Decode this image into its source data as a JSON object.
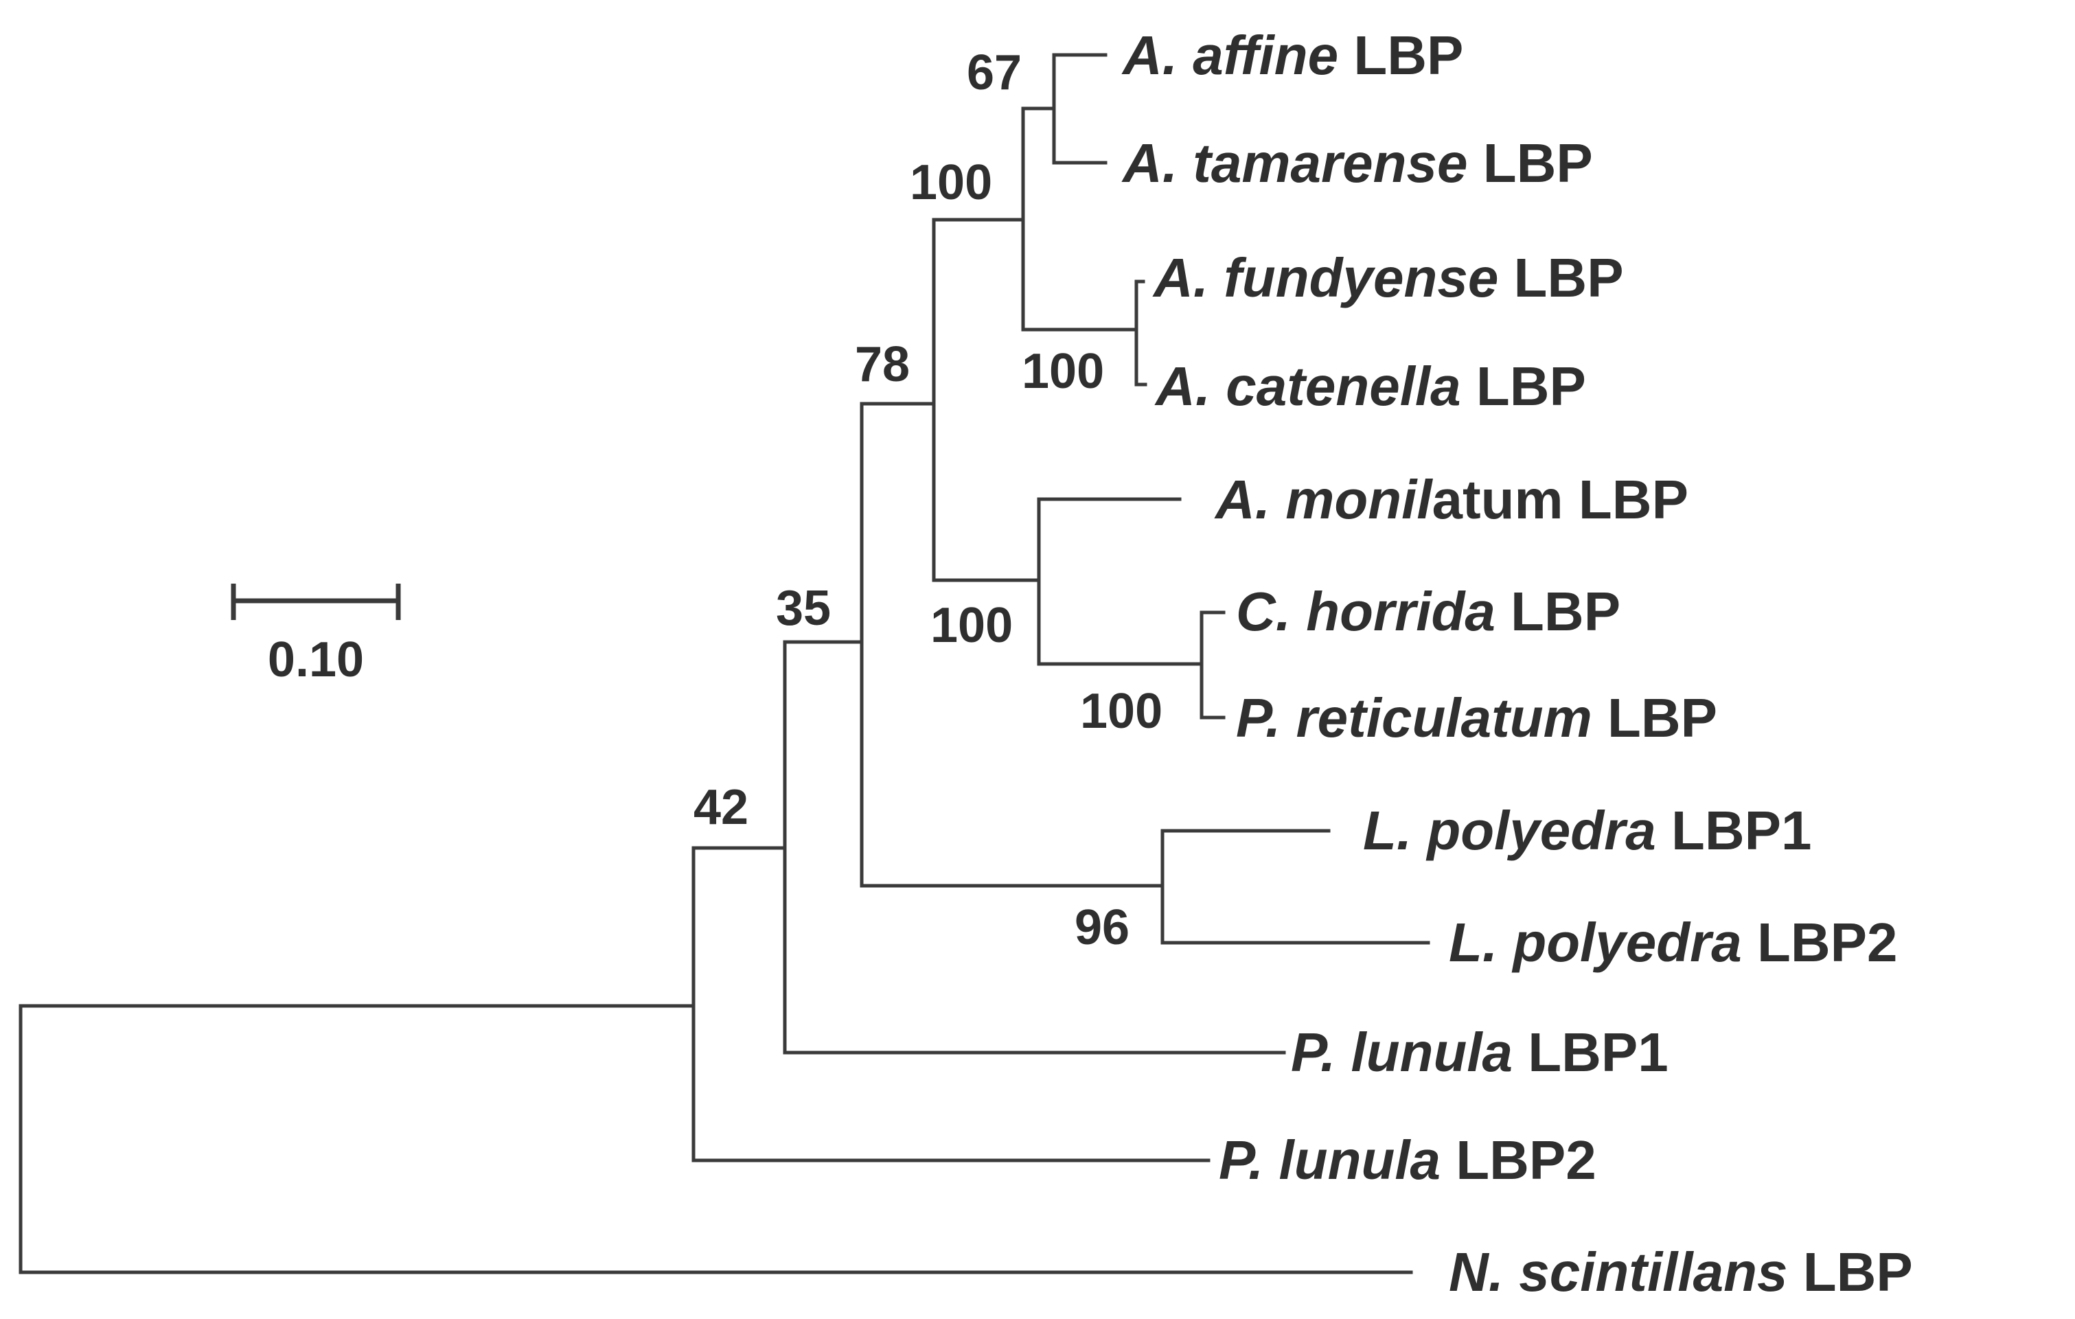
{
  "tree": {
    "leaves": [
      {
        "id": "affine",
        "genus_species": "A. affine",
        "protein": "LBP"
      },
      {
        "id": "tamarense",
        "genus_species": "A. tamarense",
        "protein": "LBP"
      },
      {
        "id": "fundyense",
        "genus_species": "A. fundyense",
        "protein": "LBP"
      },
      {
        "id": "catenella",
        "genus_species": "A. catenella",
        "protein": "LBP"
      },
      {
        "id": "monilatum",
        "genus_species": "A. monil",
        "suffix_upright": "atum",
        "protein": "LBP"
      },
      {
        "id": "horrida",
        "genus_species": "C. horrida",
        "protein": "LBP"
      },
      {
        "id": "reticulatum",
        "genus_species": "P. reticulatum",
        "protein": "LBP"
      },
      {
        "id": "lpoly1",
        "genus_species": "L. polyedra",
        "protein": "LBP1"
      },
      {
        "id": "lpoly2",
        "genus_species": "L. polyedra",
        "protein": "LBP2"
      },
      {
        "id": "plun1",
        "genus_species": "P. lunula",
        "protein": "LBP1"
      },
      {
        "id": "plun2",
        "genus_species": "P. lunula",
        "protein": "LBP2"
      },
      {
        "id": "nsci",
        "genus_species": "N. scintillans",
        "protein": "LBP"
      }
    ],
    "support_values": [
      {
        "node": "affine+tamarense",
        "value": "67"
      },
      {
        "node": "alexandrium-core",
        "value": "100"
      },
      {
        "node": "fundyense+catenella",
        "value": "100"
      },
      {
        "node": "gonyaulacoid",
        "value": "78"
      },
      {
        "node": "monilatum-group",
        "value": "100"
      },
      {
        "node": "horrida+reticulatum",
        "value": "100"
      },
      {
        "node": "lingulodinium",
        "value": "96"
      },
      {
        "node": "plun1-clade",
        "value": "35"
      },
      {
        "node": "plun2-clade",
        "value": "42"
      }
    ],
    "scale_bar": {
      "label": "0.10"
    }
  }
}
